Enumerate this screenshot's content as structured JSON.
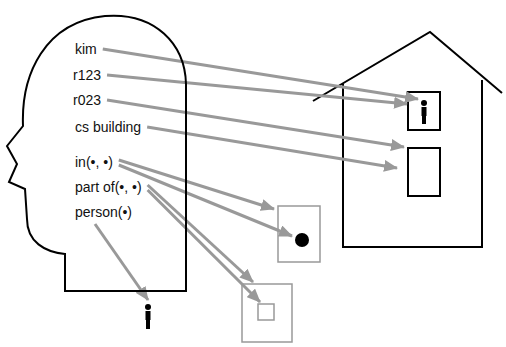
{
  "diagram": {
    "nodes": [
      {
        "text": [
          "kim",
          "r123",
          "r023",
          "cs building",
          "in(•, •)",
          "part of(•, •)",
          "person(•)"
        ]
      }
    ]
  }
}
